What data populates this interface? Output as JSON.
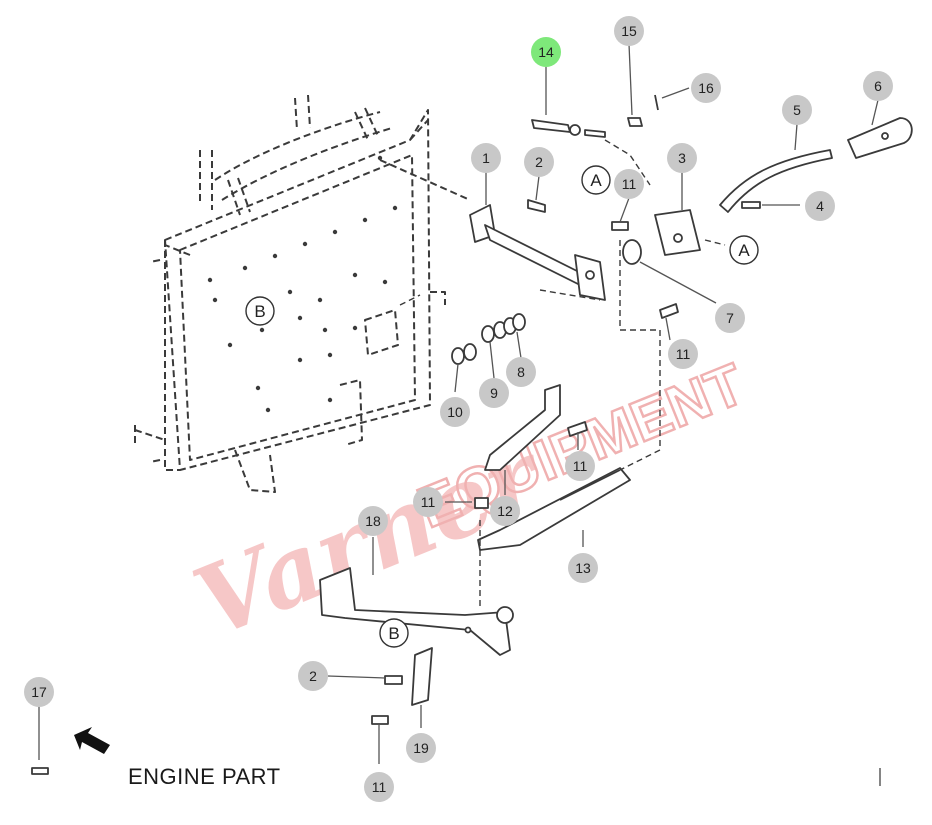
{
  "diagram": {
    "caption": "ENGINE PART",
    "watermark": {
      "script": "Varner",
      "block": "EQUIPMENT"
    },
    "colors": {
      "ink": "#3a3a3a",
      "callout_fill": "#c8c8c8",
      "highlight_fill": "#7ee87a",
      "watermark": "#e88a8a"
    },
    "callouts": [
      {
        "id": "1",
        "label": "1",
        "highlighted": false
      },
      {
        "id": "2a",
        "label": "2",
        "highlighted": false
      },
      {
        "id": "3",
        "label": "3",
        "highlighted": false
      },
      {
        "id": "4",
        "label": "4",
        "highlighted": false
      },
      {
        "id": "5",
        "label": "5",
        "highlighted": false
      },
      {
        "id": "6",
        "label": "6",
        "highlighted": false
      },
      {
        "id": "7",
        "label": "7",
        "highlighted": false
      },
      {
        "id": "8",
        "label": "8",
        "highlighted": false
      },
      {
        "id": "9",
        "label": "9",
        "highlighted": false
      },
      {
        "id": "10",
        "label": "10",
        "highlighted": false
      },
      {
        "id": "11a",
        "label": "11",
        "highlighted": false
      },
      {
        "id": "11b",
        "label": "11",
        "highlighted": false
      },
      {
        "id": "11c",
        "label": "11",
        "highlighted": false
      },
      {
        "id": "11d",
        "label": "11",
        "highlighted": false
      },
      {
        "id": "11e",
        "label": "11",
        "highlighted": false
      },
      {
        "id": "12",
        "label": "12",
        "highlighted": false
      },
      {
        "id": "13",
        "label": "13",
        "highlighted": false
      },
      {
        "id": "14",
        "label": "14",
        "highlighted": true
      },
      {
        "id": "15",
        "label": "15",
        "highlighted": false
      },
      {
        "id": "16",
        "label": "16",
        "highlighted": false
      },
      {
        "id": "17",
        "label": "17",
        "highlighted": false
      },
      {
        "id": "18",
        "label": "18",
        "highlighted": false
      },
      {
        "id": "2b",
        "label": "2",
        "highlighted": false
      },
      {
        "id": "19",
        "label": "19",
        "highlighted": false
      },
      {
        "id": "11f",
        "label": "11",
        "highlighted": false
      }
    ],
    "references": [
      {
        "id": "A1",
        "label": "A"
      },
      {
        "id": "A2",
        "label": "A"
      },
      {
        "id": "B1",
        "label": "B"
      },
      {
        "id": "B2",
        "label": "B"
      }
    ]
  }
}
